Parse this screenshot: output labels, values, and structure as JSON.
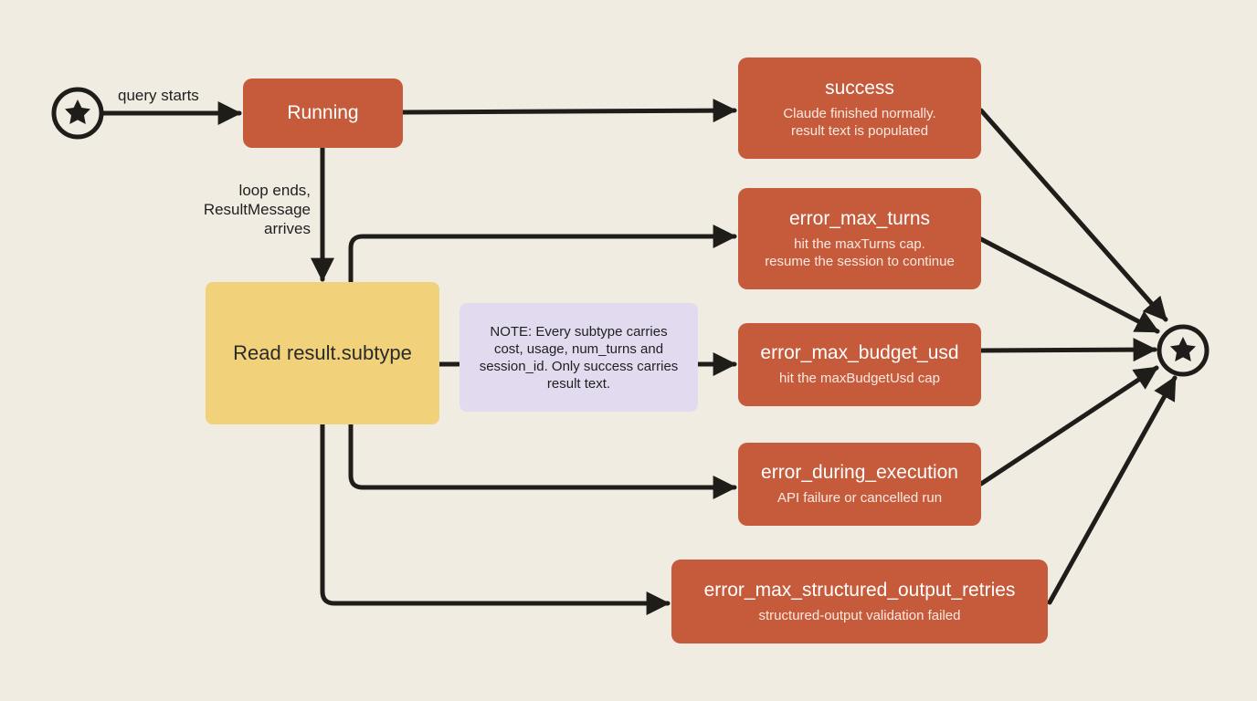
{
  "initial_edge_label": "query starts",
  "running": {
    "label": "Running"
  },
  "loop_label": [
    "loop ends,",
    "ResultMessage",
    "arrives"
  ],
  "decision": {
    "label": "Read result.subtype"
  },
  "note": {
    "text": "NOTE: Every subtype carries cost, usage, num_turns and session_id. Only success carries result text."
  },
  "states": [
    {
      "id": "success",
      "title": "success",
      "desc": [
        "Claude finished normally.",
        "result text is populated"
      ]
    },
    {
      "id": "error-max-turns",
      "title": "error_max_turns",
      "desc": [
        "hit the maxTurns cap.",
        "resume the session to continue"
      ]
    },
    {
      "id": "error-max-budget-usd",
      "title": "error_max_budget_usd",
      "desc": [
        "hit the maxBudgetUsd cap"
      ]
    },
    {
      "id": "error-during-execution",
      "title": "error_during_execution",
      "desc": [
        "API failure or cancelled run"
      ]
    },
    {
      "id": "error-max-structured-output-retries",
      "title": "error_max_structured_output_retries",
      "desc": [
        "structured-output validation failed"
      ]
    }
  ],
  "colors": {
    "background": "#f1ece2",
    "state_fill": "#c65b3c",
    "decision_fill": "#f1d27a",
    "note_fill": "#e2dbef",
    "arrow": "#1f1d1a"
  },
  "icons": {
    "start": "star-circle-icon",
    "end": "star-circle-icon"
  }
}
